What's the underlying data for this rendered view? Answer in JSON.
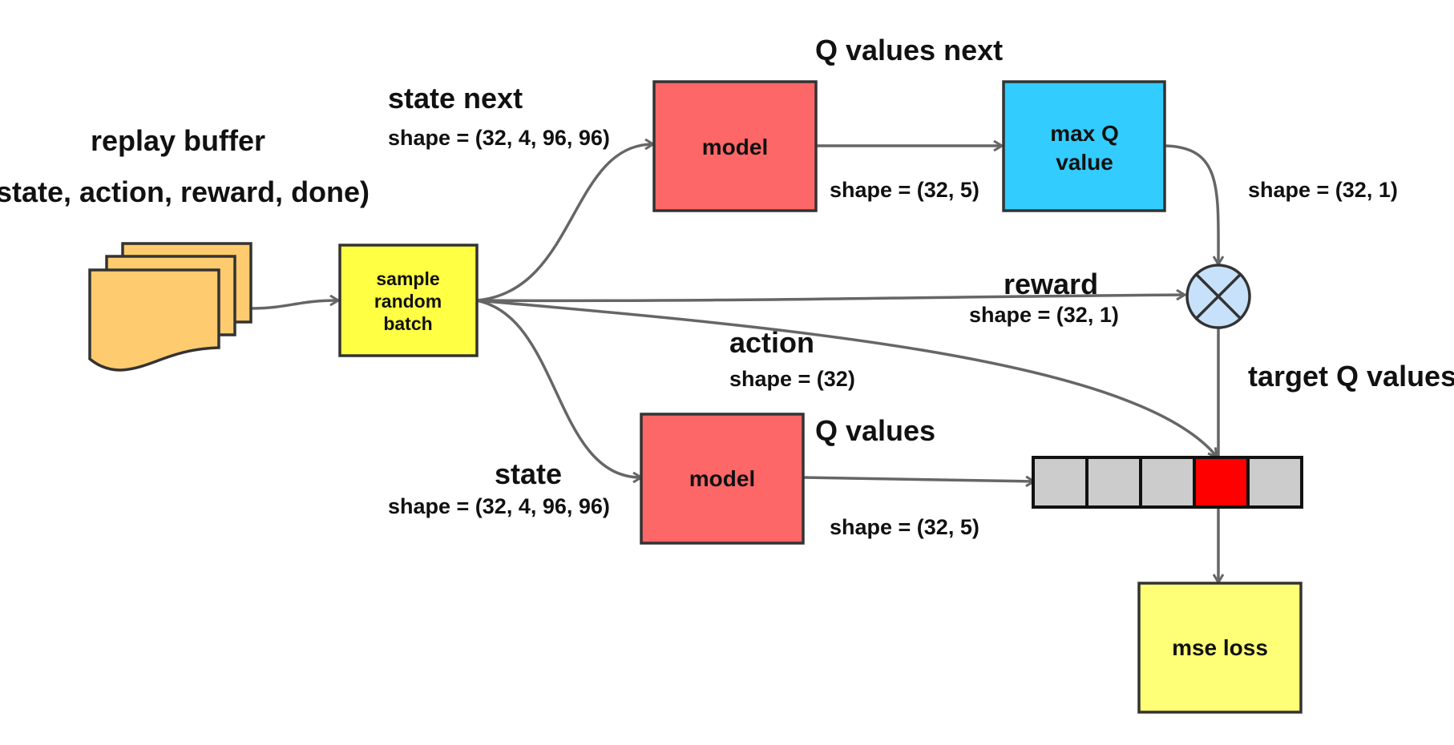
{
  "labels": {
    "replay_buffer": "replay buffer",
    "replay_tuple": "(state, action, reward, done)",
    "state_next": "state next",
    "state_next_shape": "shape = (32, 4, 96, 96)",
    "q_values_next": "Q values next",
    "model_next_shape": "shape = (32, 5)",
    "max_q_shape": "shape = (32, 1)",
    "reward": "reward",
    "reward_shape": "shape = (32, 1)",
    "action": "action",
    "action_shape": "shape = (32)",
    "target_q_values": "target Q values",
    "state": "state",
    "state_shape": "shape = (32, 4, 96, 96)",
    "q_values": "Q values",
    "model_shape": "shape = (32, 5)"
  },
  "nodes": {
    "sample_batch": [
      "sample",
      "random",
      "batch"
    ],
    "model_top": "model",
    "max_q": [
      "max Q",
      "value"
    ],
    "model_bottom": "model",
    "mse_loss": "mse loss"
  },
  "q_vector": {
    "cells": 5,
    "selected_index": 3
  },
  "colors": {
    "buffer": "#fecb6f",
    "sample": "#ffff44",
    "model": "#fe6767",
    "max_q": "#33ccfe",
    "multiply": "#c7e1fa",
    "cell": "#cccccc",
    "cell_selected": "#ff0000",
    "mse": "#ffff77",
    "edge": "#666666"
  }
}
